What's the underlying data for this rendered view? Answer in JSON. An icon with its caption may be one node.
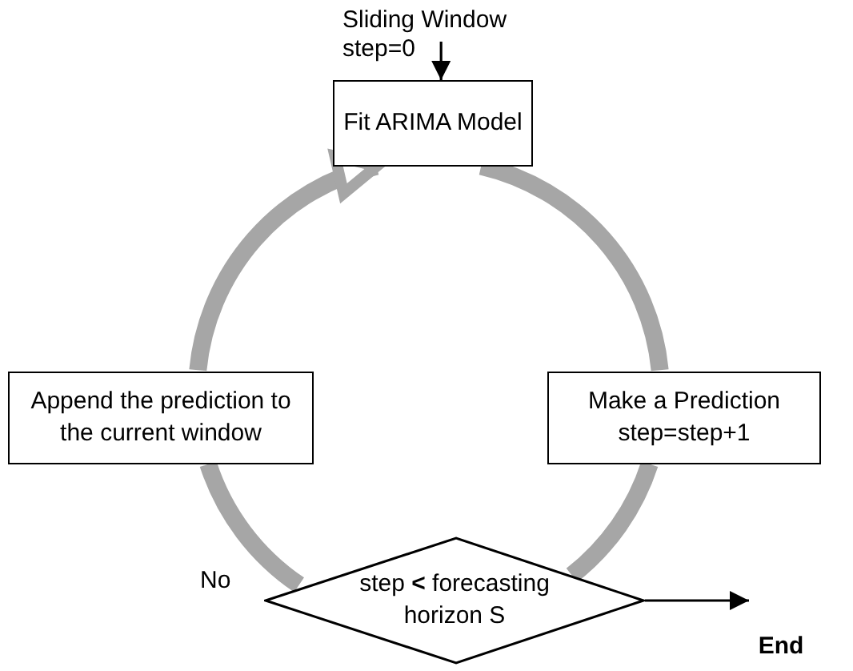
{
  "diagram": {
    "nodes": [
      {
        "text": [
          "Sliding Window step=0"
        ]
      },
      {
        "text": [
          "Fit ARIMA Model"
        ]
      },
      {
        "text": [
          "Append the prediction to the current window"
        ]
      },
      {
        "text": [
          "Make a Prediction step=step+1"
        ]
      },
      {
        "text": [
          "step **<** forecasting horizon S"
        ]
      },
      {
        "text": [
          "End"
        ]
      }
    ],
    "edges": [
      {
        "from": 0,
        "to": 1,
        "arrow": "to",
        "color": "#000000"
      },
      {
        "from": 1,
        "to": 3,
        "arrow": "none",
        "color": "#a6a6a6"
      },
      {
        "from": 3,
        "to": 4,
        "arrow": "none",
        "color": "#a6a6a6"
      },
      {
        "from": 4,
        "to": 2,
        "arrow": "none",
        "color": "#a6a6a6",
        "label": "No"
      },
      {
        "from": 2,
        "to": 1,
        "arrow": "to",
        "color": "#a6a6a6"
      },
      {
        "from": 4,
        "to": 5,
        "arrow": "to",
        "color": "#000000"
      }
    ]
  }
}
